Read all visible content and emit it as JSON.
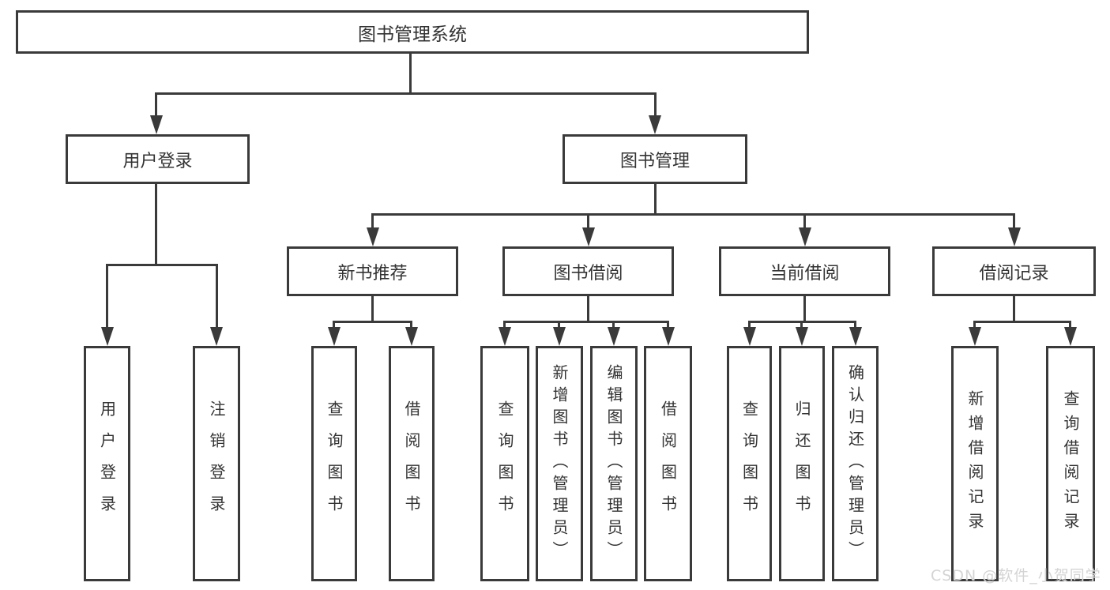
{
  "diagram": {
    "title": "图书管理系统",
    "colors": {
      "line": "#3a3a3a",
      "text": "#333333",
      "box_background": "#ffffff",
      "page_background": "#ffffff",
      "watermark": "#d4d4d4"
    },
    "tree": {
      "label": "图书管理系统",
      "children": [
        {
          "label": "用户登录",
          "children": [
            {
              "label": "用户登录"
            },
            {
              "label": "注销登录"
            }
          ]
        },
        {
          "label": "图书管理",
          "children": [
            {
              "label": "新书推荐",
              "children": [
                {
                  "label": "查询图书"
                },
                {
                  "label": "借阅图书"
                }
              ]
            },
            {
              "label": "图书借阅",
              "children": [
                {
                  "label": "查询图书"
                },
                {
                  "label": "新增图书（管理员）"
                },
                {
                  "label": "编辑图书（管理员）"
                },
                {
                  "label": "借阅图书"
                }
              ]
            },
            {
              "label": "当前借阅",
              "children": [
                {
                  "label": "查询图书"
                },
                {
                  "label": "归还图书"
                },
                {
                  "label": "确认归还（管理员）"
                }
              ]
            },
            {
              "label": "借阅记录",
              "children": [
                {
                  "label": "新增借阅记录"
                },
                {
                  "label": "查询借阅记录"
                }
              ]
            }
          ]
        }
      ]
    }
  },
  "watermark": {
    "text": "CSDN @软件_小贺同学"
  }
}
